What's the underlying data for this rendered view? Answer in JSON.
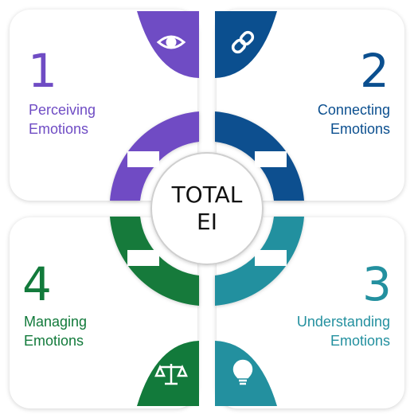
{
  "colors": {
    "perceiving": "#6f4cc4",
    "connecting": "#0b4f8f",
    "understanding": "#23909f",
    "managing": "#127a3b",
    "center_border": "#cfcfcf"
  },
  "quadrants": [
    {
      "number": "1",
      "line1": "Perceiving",
      "line2": "Emotions",
      "icon": "eye-icon"
    },
    {
      "number": "2",
      "line1": "Connecting",
      "line2": "Emotions",
      "icon": "link-icon"
    },
    {
      "number": "3",
      "line1": "Understanding",
      "line2": "Emotions",
      "icon": "lightbulb-icon"
    },
    {
      "number": "4",
      "line1": "Managing",
      "line2": "Emotions",
      "icon": "scales-icon"
    }
  ],
  "center": {
    "line1": "TOTAL",
    "line2": "EI"
  }
}
